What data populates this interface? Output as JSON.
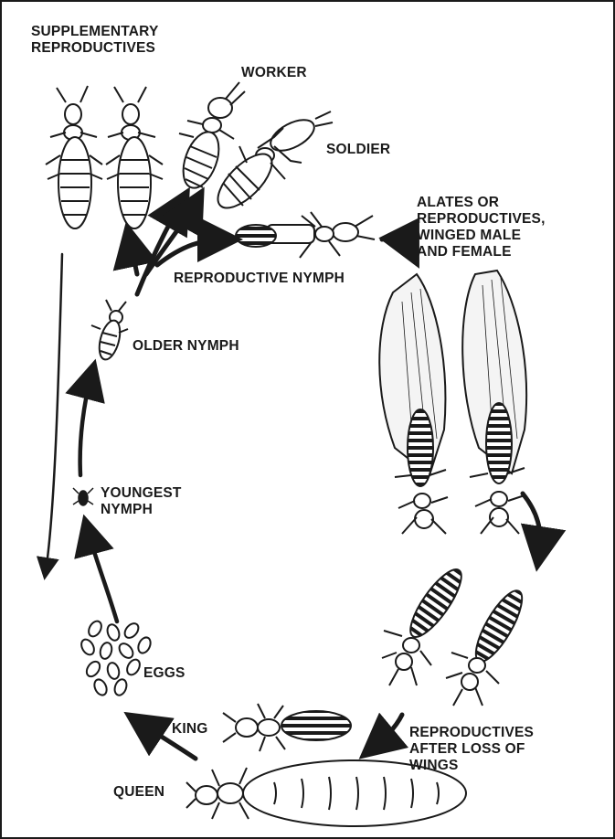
{
  "diagram": {
    "labels": {
      "supplementary_reproductives": "SUPPLEMENTARY\nREPRODUCTIVES",
      "worker": "WORKER",
      "soldier": "SOLDIER",
      "alates": "ALATES OR\nREPRODUCTIVES,\nWINGED MALE\nAND FEMALE",
      "reproductive_nymph": "REPRODUCTIVE NYMPH",
      "older_nymph": "OLDER NYMPH",
      "youngest_nymph": "YOUNGEST\nNYMPH",
      "eggs": "EGGS",
      "reproductives_after_loss": "REPRODUCTIVES\nAFTER LOSS OF\nWINGS",
      "king": "KING",
      "queen": "QUEEN"
    },
    "ink_color": "#1a1a1a"
  }
}
